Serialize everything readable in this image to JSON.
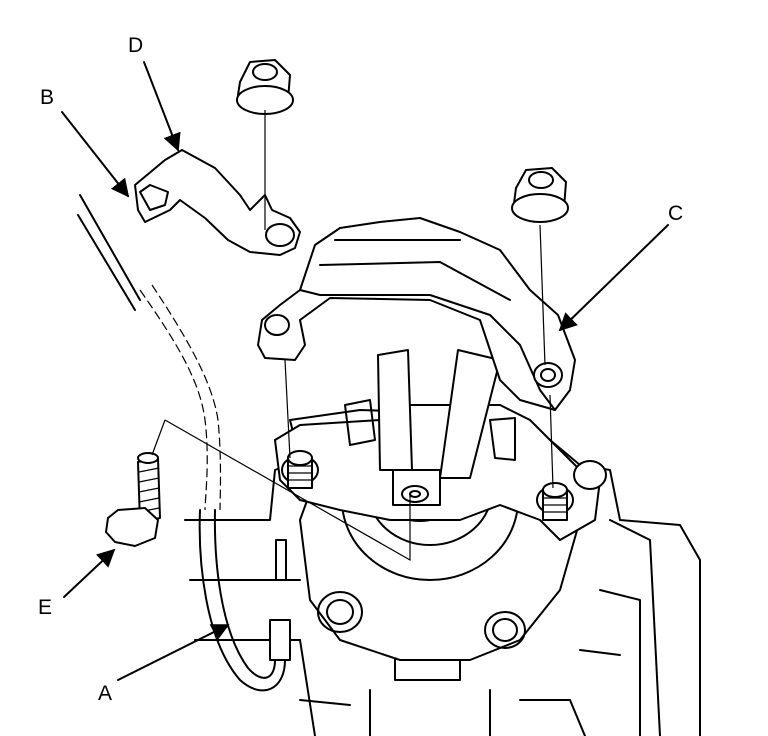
{
  "diagram": {
    "callouts": {
      "a": "A",
      "b": "B",
      "c": "C",
      "d": "D",
      "e": "E"
    }
  }
}
